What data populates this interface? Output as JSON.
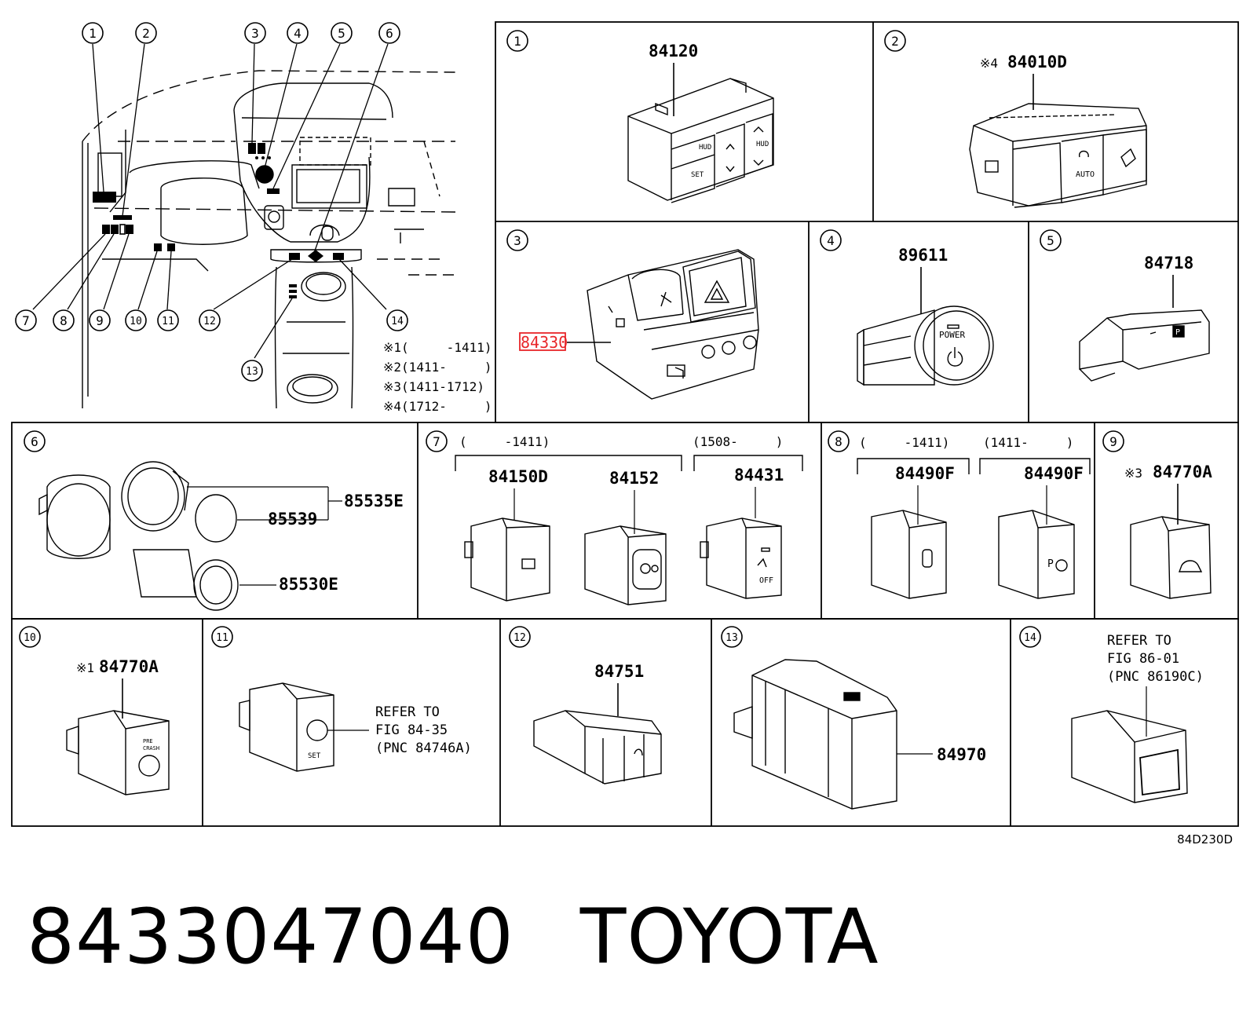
{
  "fig_code": "84D230D",
  "part_number": "8433047040",
  "brand": "TOYOTA",
  "highlight_color": "#e8262a",
  "overview": {
    "callouts": [
      "1",
      "2",
      "3",
      "4",
      "5",
      "6",
      "7",
      "8",
      "9",
      "10",
      "11",
      "12",
      "13",
      "14"
    ],
    "notes": [
      {
        "mark": "※1",
        "text": "(　　　-1411)"
      },
      {
        "mark": "※2",
        "text": "(1411-　　　)"
      },
      {
        "mark": "※3",
        "text": "(1411-1712)"
      },
      {
        "mark": "※4",
        "text": "(1712-　　　)"
      }
    ]
  },
  "panels": [
    {
      "num": "1",
      "parts": [
        "84120"
      ]
    },
    {
      "num": "2",
      "mark": "※4",
      "parts": [
        "84010D"
      ]
    },
    {
      "num": "3",
      "parts": [
        "84330"
      ],
      "highlighted": "84330"
    },
    {
      "num": "4",
      "parts": [
        "89611"
      ],
      "labels": [
        "POWER"
      ]
    },
    {
      "num": "5",
      "parts": [
        "84718"
      ]
    },
    {
      "num": "6",
      "parts": [
        "85535E",
        "85539",
        "85530E"
      ]
    },
    {
      "num": "7",
      "ranges": [
        "(　　　-1411)",
        "(1508-　　　)"
      ],
      "parts": [
        "84150D",
        "84152",
        "84431"
      ],
      "labels": [
        "OFF"
      ]
    },
    {
      "num": "8",
      "ranges": [
        "(　　　-1411)",
        "(1411-　　　)"
      ],
      "parts": [
        "84490F",
        "84490F"
      ]
    },
    {
      "num": "9",
      "mark": "※3",
      "parts": [
        "84770A"
      ]
    },
    {
      "num": "10",
      "mark": "※1",
      "parts": [
        "84770A"
      ]
    },
    {
      "num": "11",
      "refer": [
        "REFER TO",
        "FIG 84-35",
        "(PNC 84746A)"
      ]
    },
    {
      "num": "12",
      "parts": [
        "84751"
      ]
    },
    {
      "num": "13",
      "parts": [
        "84970"
      ]
    },
    {
      "num": "14",
      "refer": [
        "REFER TO",
        "FIG 86-01",
        "(PNC 86190C)"
      ]
    }
  ]
}
